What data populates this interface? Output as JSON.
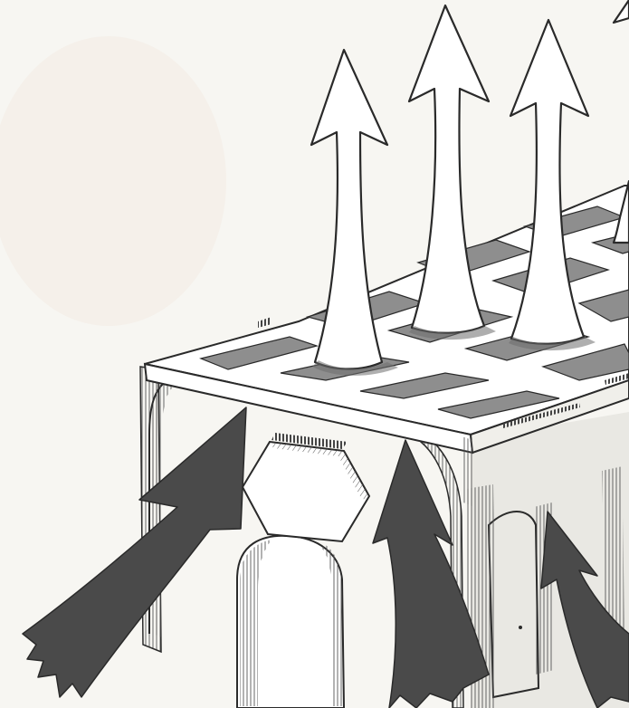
{
  "illustration": {
    "subject": "",
    "colors": {
      "paper": "#f7f6f2",
      "ink": "#2a2a2a",
      "panel_fill": "#8e8e8e",
      "inflow_arrow_fill": "#4a4a4a",
      "outflow_arrow_fill": "#ffffff",
      "hatch": "#555555"
    },
    "elements": [
      {
        "name": "top-deck",
        "kind": "perforated-plate"
      },
      {
        "name": "outflow-arrows",
        "count": 4,
        "direction": "up"
      },
      {
        "name": "inflow-arrows",
        "count": 3,
        "direction": "up-and-in"
      },
      {
        "name": "hexagonal-opening",
        "kind": "duct"
      },
      {
        "name": "arched-column",
        "kind": "support"
      }
    ]
  }
}
